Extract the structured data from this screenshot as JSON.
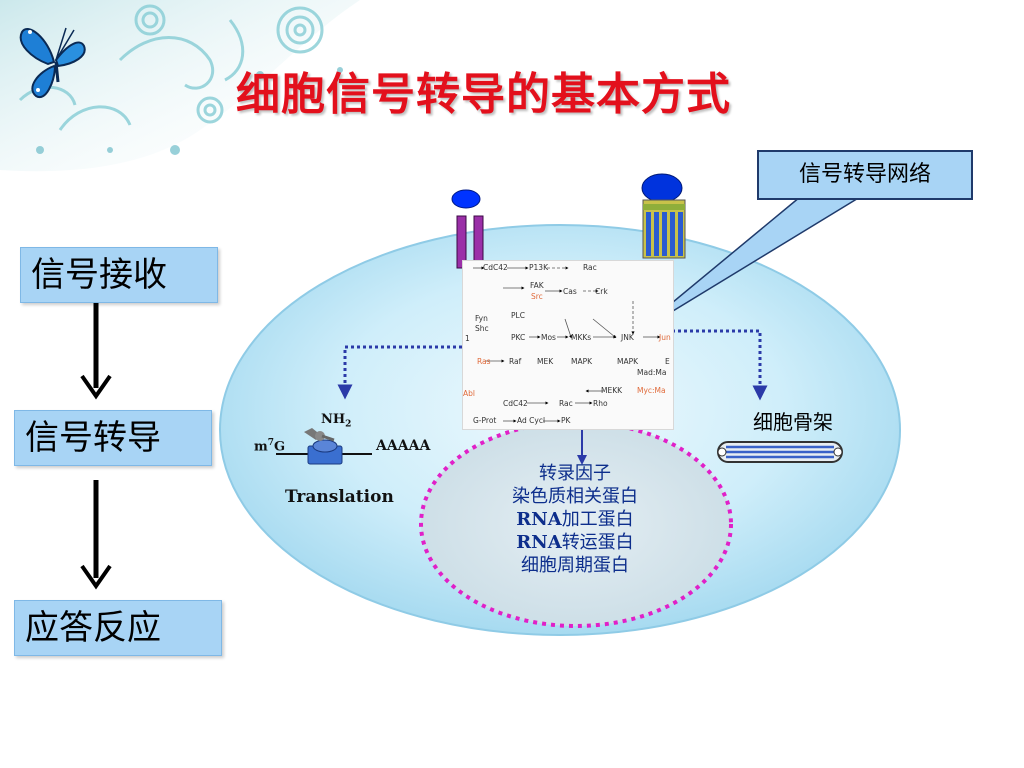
{
  "title": "细胞信号转导的基本方式",
  "flow": {
    "step1": "信号接收",
    "step2": "信号转导",
    "step3": "应答反应"
  },
  "callout": "信号转导网络",
  "cytoskeleton_label": "细胞骨架",
  "translation": {
    "label": "Translation",
    "nh2_base": "NH",
    "nh2_sub": "2",
    "m7g_prefix": "m",
    "m7g_sup": "7",
    "m7g_suffix": "G",
    "polya": "AAAAA"
  },
  "nucleus": {
    "line1": "转录因子",
    "line2": "染色质相关蛋白",
    "line3_bold": "RNA",
    "line3_rest": "加工蛋白",
    "line4_bold": "RNA",
    "line4_rest": "转运蛋白",
    "line5": "细胞周期蛋白"
  },
  "pathway": {
    "n_cdc42_top": "CdC42",
    "n_p13k": "P13K",
    "n_rac_top": "Rac",
    "n_fak": "FAK",
    "n_src": "Src",
    "n_cas": "Cas",
    "n_crk": "Crk",
    "n_fyn": "Fyn",
    "n_shc": "Shc",
    "n_plc": "PLC",
    "n_pkc": "PKC",
    "n_mos": "Mos",
    "n_mkks": "MKKs",
    "n_jnk": "JNK",
    "n_jun": "Jun",
    "n_ras": "Ras",
    "n_raf": "Raf",
    "n_mek": "MEK",
    "n_mapk1": "MAPK",
    "n_mapk2": "MAPK",
    "n_e": "E",
    "n_madma": "Mad:Ma",
    "n_mycma": "Myc:Ma",
    "n_mekk": "MEKK",
    "n_abl": "Abl",
    "n_cdc42_low": "CdC42",
    "n_rac_low": "Rac",
    "n_rho": "Rho",
    "n_gprot": "G-Prot",
    "n_adcycl": "Ad Cycl",
    "n_pk": "PK",
    "n_one": "1"
  },
  "colors": {
    "title": "#e3101c",
    "cell_fill": "#bfe6f7",
    "flow_box": "#a8d4f5",
    "nucleus_border": "#e020c8",
    "dotted_arrow": "#2b3aa8"
  }
}
